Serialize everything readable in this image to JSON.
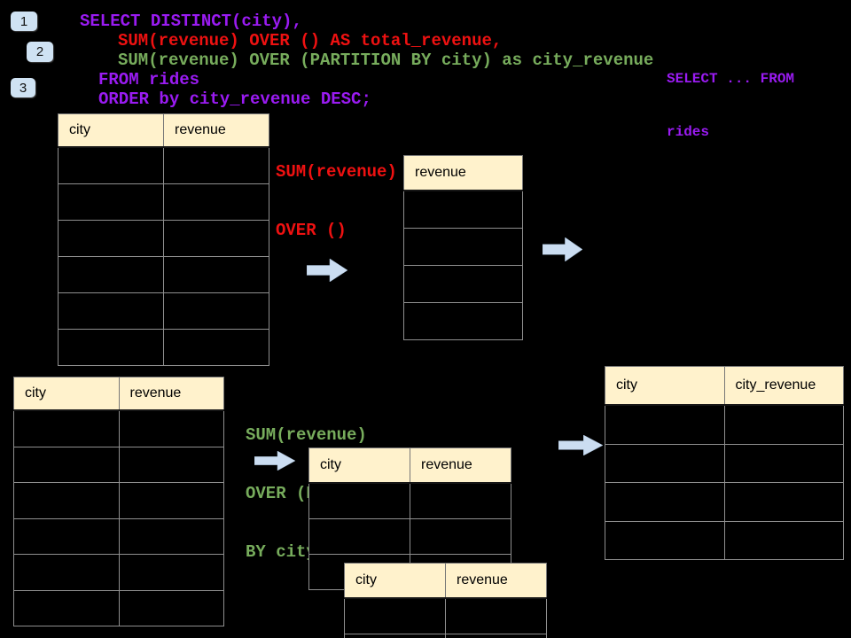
{
  "colors": {
    "background": "#000000",
    "code_purple": "#9a1bf2",
    "code_red": "#ee1111",
    "code_green": "#77ac5c",
    "table_header_fill": "#fff2cc",
    "table_border": "#8f8f8f",
    "arrow_fill": "#cbddf1",
    "badge_fill": "#cfe2f3"
  },
  "badges": [
    "1",
    "2",
    "3"
  ],
  "sql_code": {
    "line_select": "SELECT DISTINCT(city),",
    "line_total": "SUM(revenue) OVER () AS total_revenue,",
    "line_partition": "SUM(revenue) OVER (PARTITION BY city) as city_revenue",
    "line_from": "FROM rides",
    "line_order": "ORDER by city_revenue DESC;"
  },
  "side_note": {
    "line1": "SELECT ... FROM",
    "line2": "rides"
  },
  "annotations": {
    "total": {
      "line1": "SUM(revenue)",
      "line2": "OVER ()"
    },
    "partition": {
      "line1": "SUM(revenue)",
      "line2": "OVER (PARTITION",
      "line3": "BY city)"
    }
  },
  "tables": {
    "source_top": {
      "headers": [
        "city",
        "revenue"
      ],
      "empty_rows": 6
    },
    "total_result": {
      "headers": [
        "revenue"
      ],
      "empty_rows": 4
    },
    "source_bottom": {
      "headers": [
        "city",
        "revenue"
      ],
      "empty_rows": 6
    },
    "partition_step_a": {
      "headers": [
        "city",
        "revenue"
      ],
      "empty_rows": 3
    },
    "partition_step_b": {
      "headers": [
        "city",
        "revenue"
      ],
      "empty_rows": 2
    },
    "partition_result": {
      "headers": [
        "city",
        "city_revenue"
      ],
      "empty_rows": 4
    }
  },
  "icons": {
    "arrow": "right-block-arrow"
  }
}
